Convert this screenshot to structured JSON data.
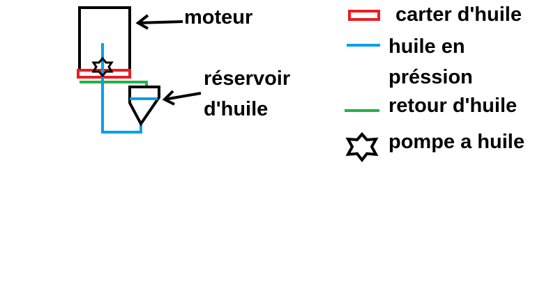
{
  "labels": {
    "motor": "moteur",
    "reservoir_line1": "réservoir",
    "reservoir_line2": "d'huile"
  },
  "legend": {
    "carter": "carter d'huile",
    "pressure_line1": "huile en",
    "pressure_line2": "préssion",
    "return": "retour d'huile",
    "pump": "pompe a huile"
  },
  "colors": {
    "carter": "#ed1c24",
    "pressure_oil": "#00a2e8",
    "return_oil": "#22b14c",
    "outline": "#000000"
  },
  "icons": {
    "pump": "six-point-star-icon",
    "arrow": "arrow-left-icon"
  }
}
